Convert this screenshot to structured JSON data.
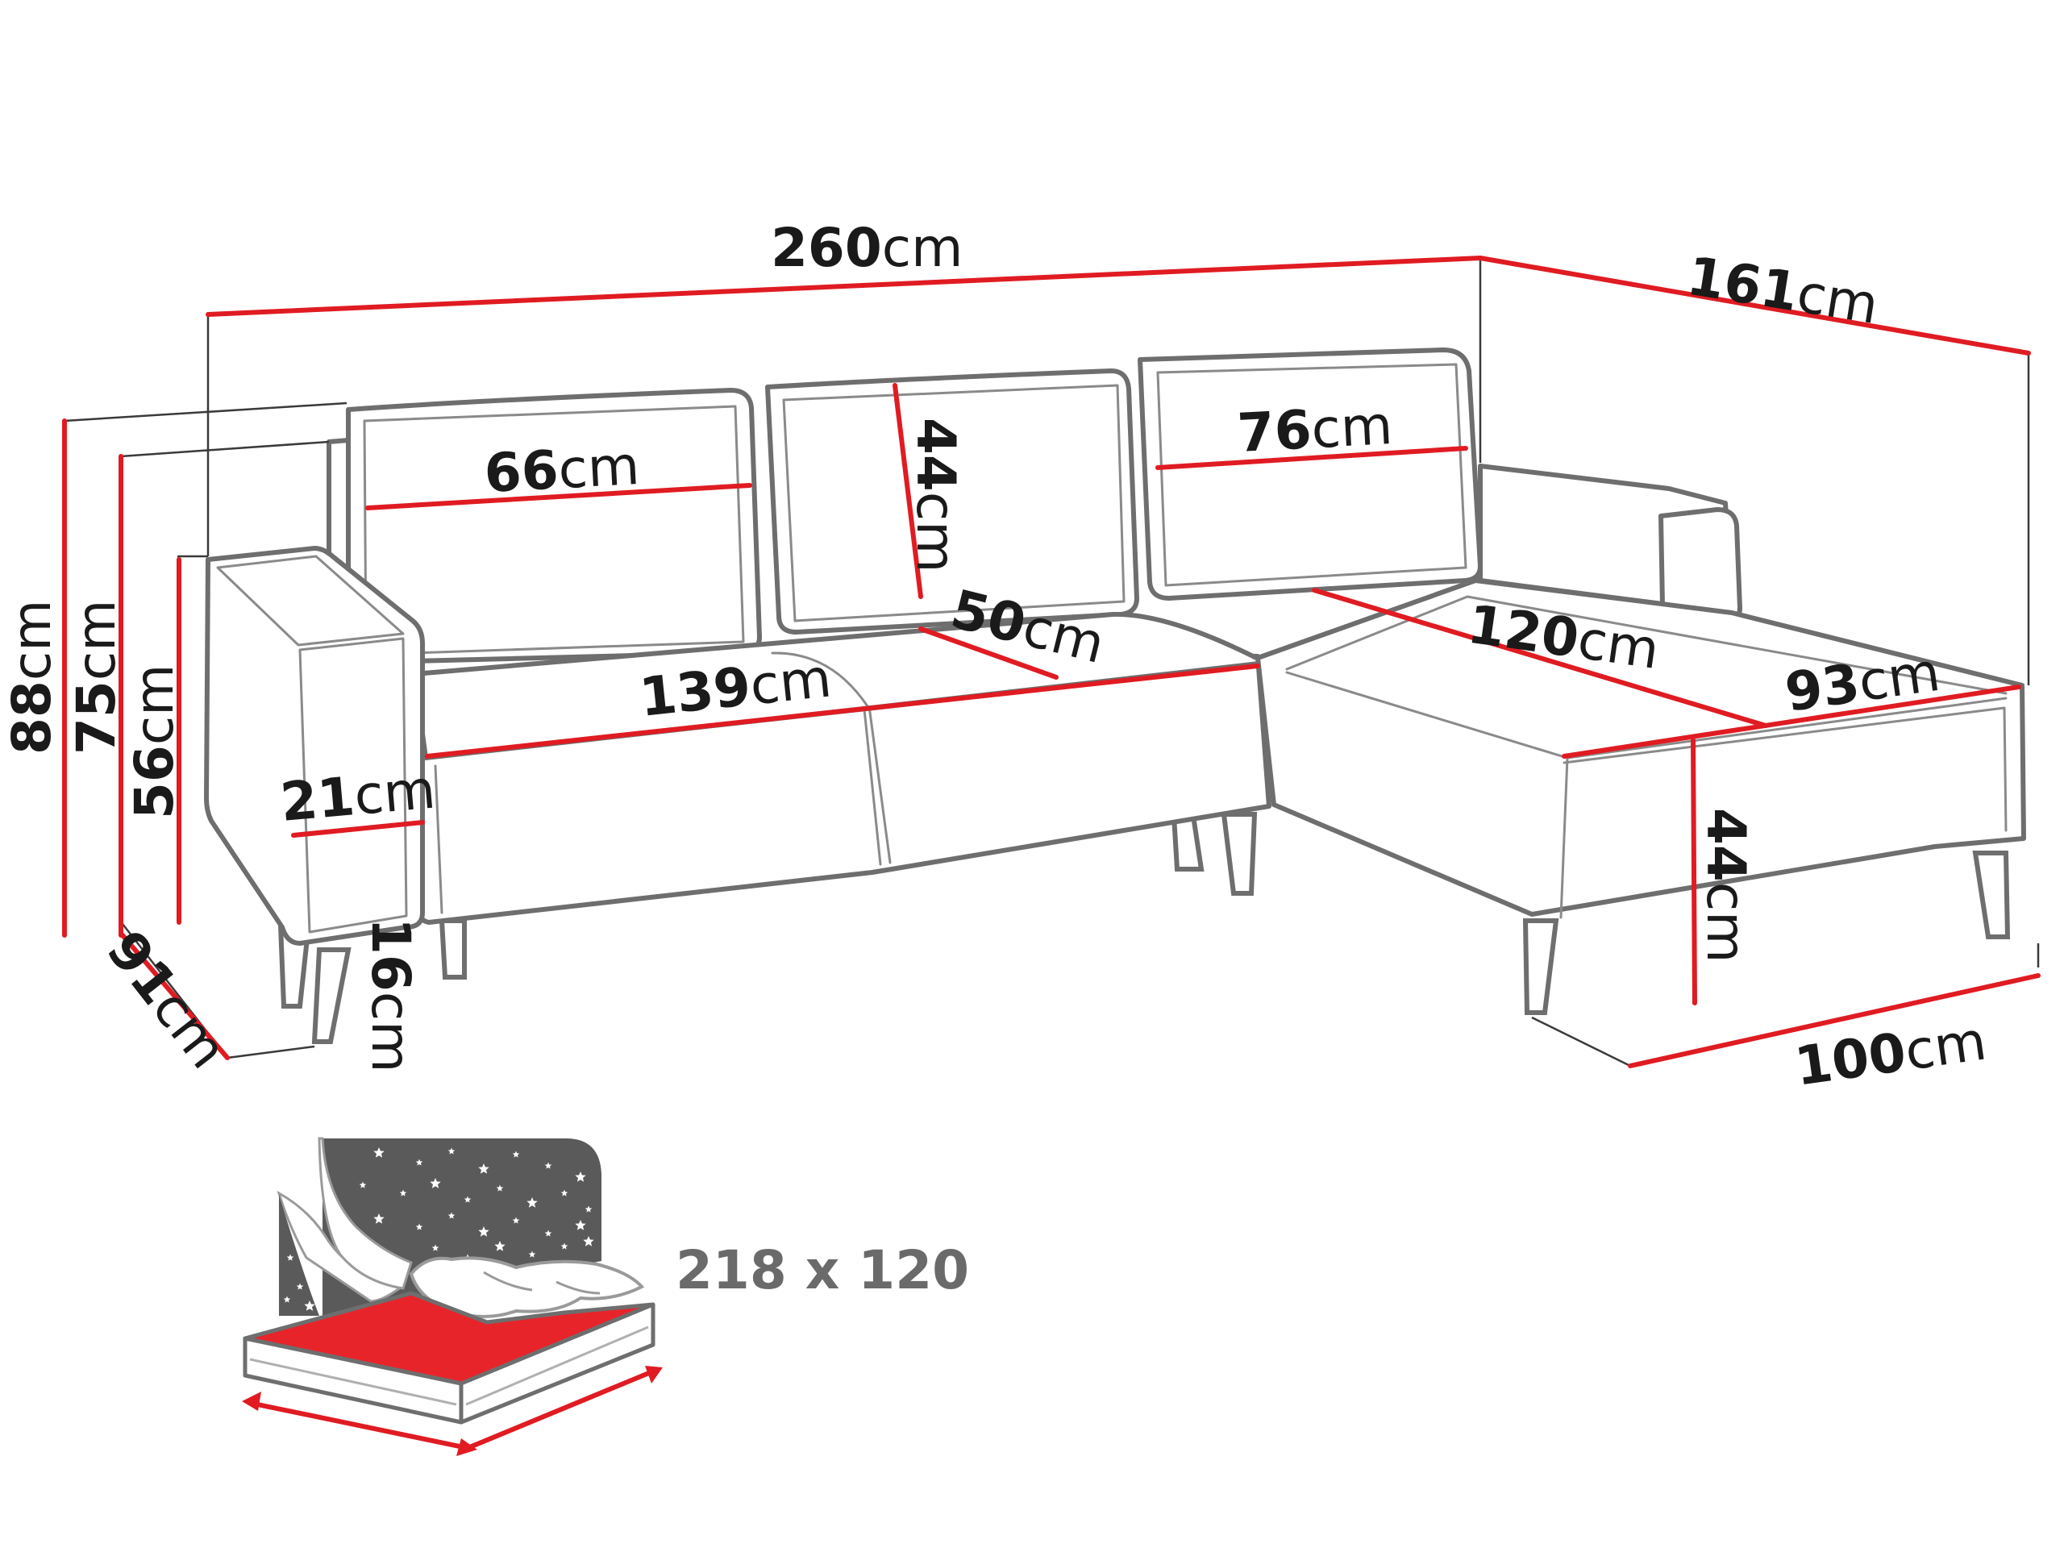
{
  "unit": "cm",
  "dimensions": {
    "total_width": "260",
    "chaise_depth": "161",
    "back_cushion_left": "66",
    "back_cushion_height": "44",
    "back_cushion_right": "76",
    "seat_depth": "50",
    "seat_width": "139",
    "chaise_length": "120",
    "chaise_width": "93",
    "armrest_width": "21",
    "total_height": "88",
    "backrest_height": "75",
    "armrest_height": "56",
    "depth": "91",
    "leg_height": "16",
    "seat_height": "44",
    "chaise_front_width": "100"
  },
  "sleeping_area": "218 x 120",
  "colors": {
    "dimension_line": "#e01b22",
    "outline": "#6e6e6e",
    "mattress": "#e8242b",
    "night_sky": "#5a5a5a"
  }
}
